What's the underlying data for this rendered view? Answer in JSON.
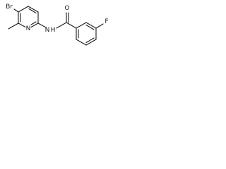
{
  "molecule": {
    "atoms": {
      "bromine": "Br",
      "ring_nitrogen": "N",
      "amide_nitrogen": "N",
      "amide_hydrogen": "H",
      "oxygen": "O",
      "fluorine": "F"
    },
    "structure_colors": {
      "bond": "#1a1a1a",
      "label": "#1a1a1a",
      "background": "#ffffff"
    }
  }
}
